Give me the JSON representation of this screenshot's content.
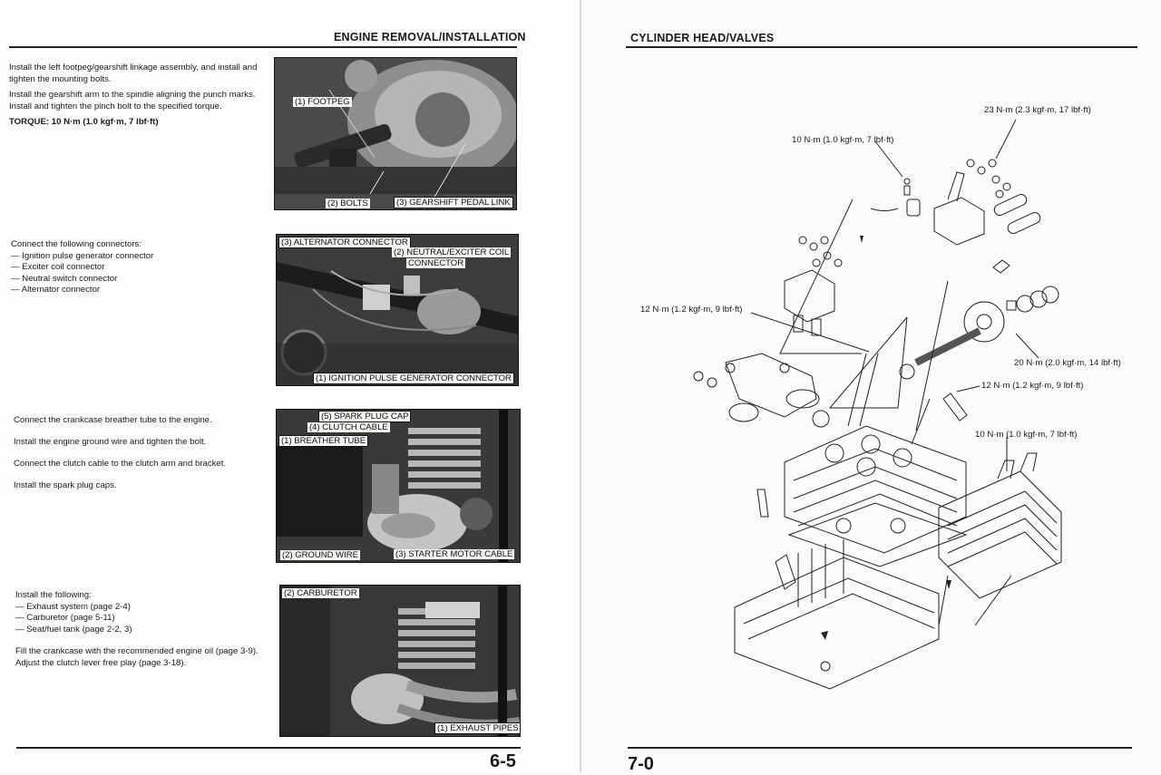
{
  "left_page": {
    "header": "ENGINE REMOVAL/INSTALLATION",
    "page_number": "6-5",
    "section1": {
      "para1": "Install the left footpeg/gearshift linkage assembly, and install and tighten the mounting bolts.",
      "para2a": "Install the gearshift arm to the spindle aligning the punch marks.",
      "para2b": "Install and tighten the pinch bolt to the specified torque.",
      "torque": "TORQUE: 10 N·m (1.0 kgf·m, 7 lbf·ft)",
      "callouts": [
        "(1) FOOTPEG",
        "(2) BOLTS",
        "(3) GEARSHIFT PEDAL LINK"
      ]
    },
    "section2": {
      "intro": "Connect the following connectors:",
      "items": [
        "— Ignition pulse generator connector",
        "— Exciter coil connector",
        "— Neutral switch connector",
        "— Alternator connector"
      ],
      "callouts": [
        "(3) ALTERNATOR CONNECTOR",
        "(2) NEUTRAL/EXCITER COIL",
        "CONNECTOR",
        "(1) IGNITION PULSE GENERATOR CONNECTOR"
      ]
    },
    "section3": {
      "lines": [
        "Connect the crankcase breather tube to the engine.",
        "Install the engine ground wire and tighten the bolt.",
        "Connect the clutch cable to the clutch arm and bracket.",
        "Install the spark plug caps."
      ],
      "callouts": [
        "(5) SPARK PLUG CAP",
        "(4) CLUTCH CABLE",
        "(1) BREATHER TUBE",
        "(2) GROUND WIRE",
        "(3) STARTER MOTOR CABLE"
      ]
    },
    "section4": {
      "intro": "Install the following:",
      "items": [
        "— Exhaust system (page 2-4)",
        "— Carburetor (page 5-11)",
        "— Seat/fuel tank (page 2-2, 3)"
      ],
      "para_a": "Fill the crankcase with the recommended engine oil (page 3-9).",
      "para_b": "Adjust the clutch lever free play (page 3-18).",
      "callouts": [
        "(2) CARBURETOR",
        "(1) EXHAUST PIPES"
      ]
    }
  },
  "right_page": {
    "header": "CYLINDER HEAD/VALVES",
    "page_number": "7-0",
    "torques": [
      "23 N·m (2.3 kgf·m, 17 lbf·ft)",
      "10 N·m (1.0 kgf·m, 7 lbf·ft)",
      "12 N·m (1.2 kgf·m, 9 lbf·ft)",
      "20 N·m (2.0 kgf·m, 14 lbf·ft)",
      "12 N·m (1.2 kgf·m, 9 lbf·ft)",
      "10 N·m (1.0 kgf·m, 7 lbf·ft)"
    ]
  }
}
